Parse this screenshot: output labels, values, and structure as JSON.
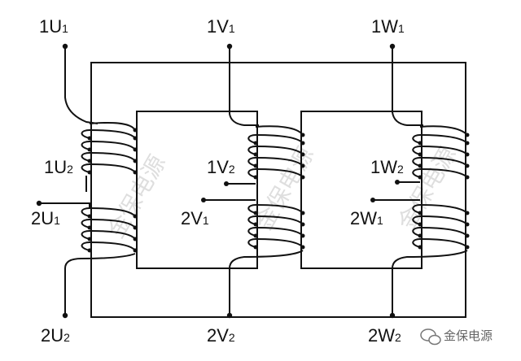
{
  "terminals": {
    "u1_top": {
      "main": "1U",
      "sub": "1"
    },
    "v1_top": {
      "main": "1V",
      "sub": "1"
    },
    "w1_top": {
      "main": "1W",
      "sub": "1"
    },
    "u2_mid": {
      "main": "1U",
      "sub": "2"
    },
    "v2_mid": {
      "main": "1V",
      "sub": "2"
    },
    "w2_mid": {
      "main": "1W",
      "sub": "2"
    },
    "u1_sec": {
      "main": "2U",
      "sub": "1"
    },
    "v1_sec": {
      "main": "2V",
      "sub": "1"
    },
    "w1_sec": {
      "main": "2W",
      "sub": "1"
    },
    "u2_bot": {
      "main": "2U",
      "sub": "2"
    },
    "v2_bot": {
      "main": "2V",
      "sub": "2"
    },
    "w2_bot": {
      "main": "2W",
      "sub": "2"
    }
  },
  "watermark": "金保电源",
  "brand": {
    "icon": "wechat-icon",
    "text": "金保电源"
  }
}
